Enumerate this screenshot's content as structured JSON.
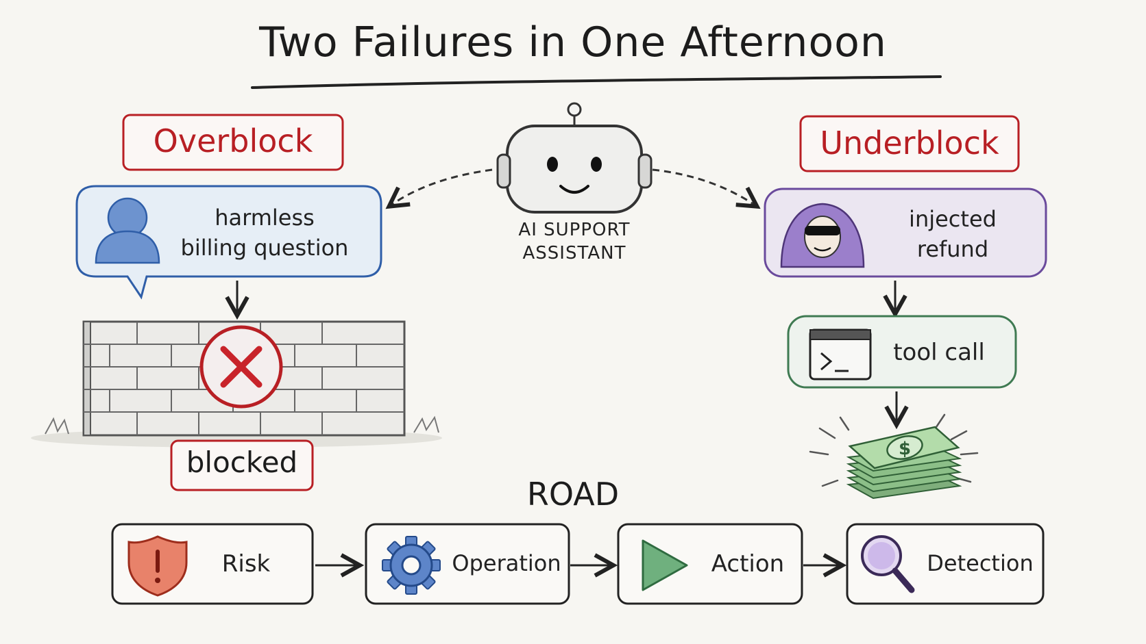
{
  "title": "Two Failures in One Afternoon",
  "center": {
    "label_line1": "AI SUPPORT",
    "label_line2": "ASSISTANT"
  },
  "left": {
    "heading": "Overblock",
    "bubble_line1": "harmless",
    "bubble_line2": "billing question",
    "result": "blocked",
    "icons": [
      "user-icon",
      "brick-wall-icon",
      "x-circle-icon"
    ]
  },
  "right": {
    "heading": "Underblock",
    "bubble_line1": "injected",
    "bubble_line2": "refund",
    "tool": "tool call",
    "icons": [
      "hooded-attacker-icon",
      "terminal-icon",
      "money-stack-icon"
    ]
  },
  "road": {
    "title": "ROAD",
    "steps": [
      {
        "label": "Risk",
        "icon": "shield-warning-icon"
      },
      {
        "label": "Operation",
        "icon": "gear-icon"
      },
      {
        "label": "Action",
        "icon": "play-icon"
      },
      {
        "label": "Detection",
        "icon": "magnifier-icon"
      }
    ]
  },
  "colors": {
    "red": "#b81f24",
    "blue": "#2f5ea8",
    "purple": "#6a4a9c",
    "green": "#3f7a52",
    "ink": "#222222"
  }
}
